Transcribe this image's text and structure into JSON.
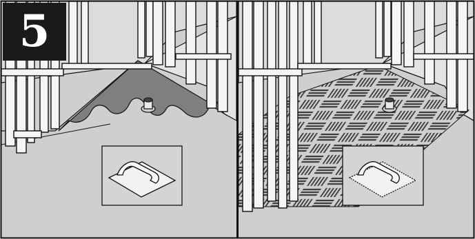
{
  "step": {
    "number": "5"
  },
  "panels": [
    {
      "id": "left",
      "trowel": "flat-trowel-icon"
    },
    {
      "id": "right",
      "trowel": "notched-trowel-icon"
    }
  ],
  "colors": {
    "floor": "#cfcfcf",
    "wall": "#dcdcdc",
    "stud": "#f4f4f4",
    "outline": "#111111",
    "mortar": "#7f7f7f",
    "notch_pattern": "#3a3a3a"
  }
}
